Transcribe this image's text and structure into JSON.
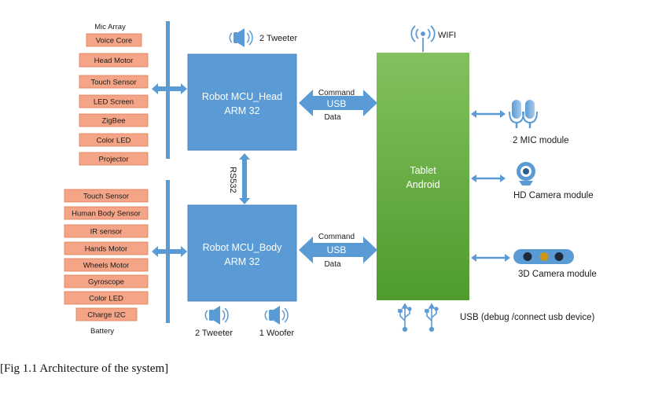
{
  "diagram": {
    "head_group": {
      "header": "Mic Array",
      "items": [
        "Voice Core",
        "Head Motor",
        "Touch Sensor",
        "LED Screen",
        "ZigBee",
        "Color LED",
        "Projector"
      ]
    },
    "body_group": {
      "items": [
        "Touch Sensor",
        "Human Body Sensor",
        "IR sensor",
        "Hands Motor",
        "Wheels Motor",
        "Gyroscope",
        "Color LED",
        "Charge I2C"
      ],
      "footer": "Battery"
    },
    "mcu_head": {
      "line1": "Robot MCU_Head",
      "line2": "ARM 32"
    },
    "mcu_body": {
      "line1": "Robot MCU_Body",
      "line2": "ARM 32"
    },
    "rs_link": "RS532",
    "head_link": {
      "top": "Command",
      "mid": "USB",
      "bottom": "Data"
    },
    "body_link": {
      "top": "Command",
      "mid": "USB",
      "bottom": "Data"
    },
    "tablet": {
      "line1": "Tablet",
      "line2": "Android"
    },
    "speakers": {
      "head_tweeter": "2 Tweeter",
      "body_tweeter": "2 Tweeter",
      "woofer": "1 Woofer"
    },
    "wifi": "WIFI",
    "peripherals": {
      "mic": "2 MIC module",
      "hd_camera": "HD Camera module",
      "camera_3d": "3D Camera module"
    },
    "usb_note": "USB (debug /connect usb device)",
    "colors": {
      "module_fill": "#f4a587",
      "module_stroke": "#e07c55",
      "mcu_blue": "#5b9bd5",
      "tablet_green_top": "#7fbf5a",
      "tablet_green_bottom": "#4e9a2c"
    }
  },
  "caption": "[Fig 1.1 Architecture of the system]"
}
